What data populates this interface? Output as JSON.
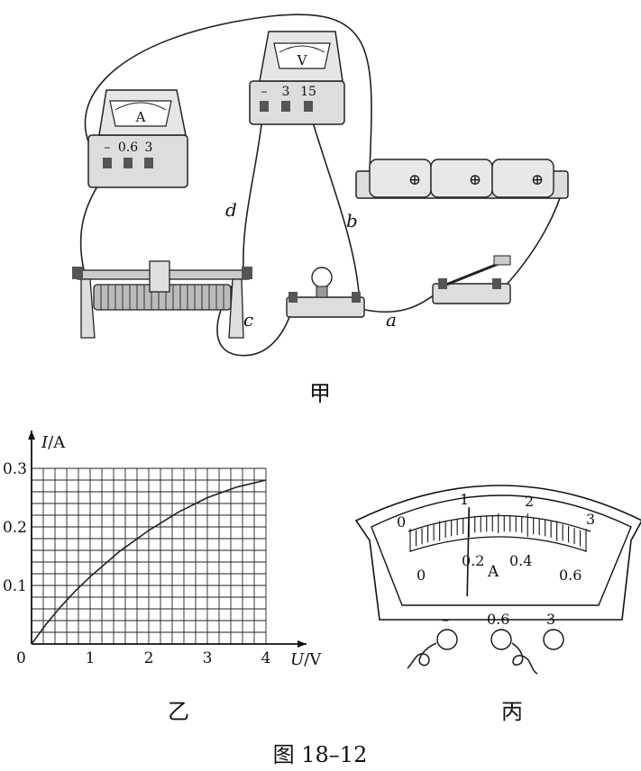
{
  "figure": {
    "caption": "图 18–12",
    "panels": {
      "jia": "甲",
      "yi": "乙",
      "bing": "丙"
    }
  },
  "circuit": {
    "ammeter": {
      "symbol": "A",
      "terminals": [
        "–",
        "0.6",
        "3"
      ]
    },
    "voltmeter": {
      "symbol": "V",
      "terminals": [
        "–",
        "3",
        "15"
      ]
    },
    "battery_symbol": "⊕",
    "wire_labels": {
      "a": "a",
      "b": "b",
      "c": "c",
      "d": "d"
    }
  },
  "graph": {
    "y_axis_label": {
      "var": "I",
      "unit": "/A"
    },
    "x_axis_label": {
      "var": "U",
      "unit": "/V"
    },
    "origin": "0"
  },
  "meter_dial": {
    "unit": "A",
    "upper_scale": [
      "0",
      "1",
      "2",
      "3"
    ],
    "lower_scale": [
      "0",
      "0.2",
      "0.4",
      "0.6"
    ],
    "terminals": [
      "–",
      "0.6",
      "3"
    ],
    "needle_reading_A": 0.2
  },
  "chart_data": {
    "type": "line",
    "title": "",
    "xlabel": "U/V",
    "ylabel": "I/A",
    "xlim": [
      0,
      4
    ],
    "ylim": [
      0,
      0.3
    ],
    "x_ticks": [
      0,
      1,
      2,
      3,
      4
    ],
    "y_ticks": [
      0.1,
      0.2,
      0.3
    ],
    "x_tick_labels": [
      "0",
      "1",
      "2",
      "3",
      "4"
    ],
    "y_tick_labels": [
      "0.1",
      "0.2",
      "0.3"
    ],
    "grid": true,
    "series": [
      {
        "x": [
          0,
          0.25,
          0.5,
          0.75,
          1.0,
          1.5,
          2.0,
          2.5,
          3.0,
          3.5,
          4.0
        ],
        "y": [
          0,
          0.034,
          0.064,
          0.091,
          0.115,
          0.158,
          0.194,
          0.225,
          0.25,
          0.268,
          0.28
        ]
      }
    ]
  }
}
